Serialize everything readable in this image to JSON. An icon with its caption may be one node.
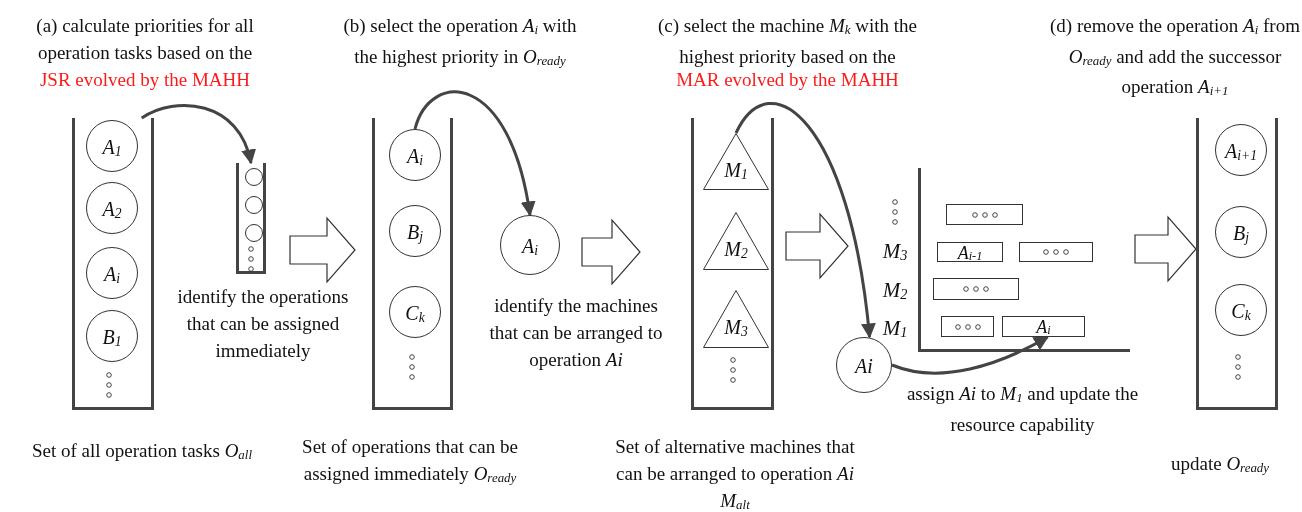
{
  "diagram": {
    "nodes": [
      {
        "text": [],
        "shape": "bin",
        "beside": [
          "Set of all operation tasks *O*$_{all}$"
        ]
      },
      {
        "text": [
          "A$_{1}$"
        ],
        "in": 0
      },
      {
        "text": [
          "A$_{2}$"
        ],
        "in": 0
      },
      {
        "text": [
          "A$_{i}$"
        ],
        "in": 0
      },
      {
        "text": [
          "B$_{1}$"
        ],
        "in": 0
      },
      {
        "text": [],
        "shape": "bin",
        "beside": [
          "identify the operations that can be assigned immediately"
        ]
      },
      {
        "text": [],
        "shape": "circle",
        "in": 5
      },
      {
        "text": [],
        "shape": "circle",
        "in": 5
      },
      {
        "text": [],
        "shape": "circle",
        "in": 5
      },
      {
        "text": [],
        "shape": "bin",
        "beside": [
          "Set of operations that can be assigned immediately *O*$_{ready}$"
        ]
      },
      {
        "text": [
          "A$_{i}$"
        ],
        "in": 9
      },
      {
        "text": [
          "B$_{j}$"
        ],
        "in": 9
      },
      {
        "text": [
          "C$_{k}$"
        ],
        "in": 9
      },
      {
        "text": [
          "A$_{i}$"
        ],
        "beside": [
          "identify the machines that can be arranged to operation *Ai*"
        ]
      },
      {
        "text": [],
        "shape": "bin",
        "beside": [
          "Set of alternative machines that can be arranged to operation *Ai* *M*$_{alt}$"
        ]
      },
      {
        "text": [
          "M$_{1}$"
        ],
        "in": 14
      },
      {
        "text": [
          "M$_{2}$"
        ],
        "in": 14
      },
      {
        "text": [
          "M$_{3}$"
        ],
        "in": 14
      },
      {
        "text": [],
        "shape": "chart"
      },
      {
        "text": [],
        "shape": "bar",
        "in": 18
      },
      {
        "text": [
          "A$_{i-1}$"
        ],
        "in": 18
      },
      {
        "text": [],
        "shape": "bar",
        "in": 18
      },
      {
        "text": [],
        "shape": "bar",
        "in": 18
      },
      {
        "text": [],
        "shape": "bar",
        "in": 18
      },
      {
        "text": [
          "A$_{i}$"
        ],
        "in": 18
      },
      {
        "text": [
          "Ai"
        ],
        "beside": [
          "assign *Ai* to *M*$_{1}$ and update the resource capability"
        ]
      },
      {
        "text": [],
        "shape": "bin",
        "beside": [
          "update *O*$_{ready}$"
        ]
      },
      {
        "text": [
          "A$_{i+1}$"
        ],
        "in": 26
      },
      {
        "text": [
          "B$_{j}$"
        ],
        "in": 26
      },
      {
        "text": [
          "C$_{k}$"
        ],
        "in": 26
      }
    ],
    "edges": [
      {
        "from": 0,
        "to": 5,
        "arrow": "to"
      },
      {
        "from": 5,
        "to": 9,
        "arrow": "to",
        "style": "thick"
      },
      {
        "from": 10,
        "to": 13,
        "arrow": "to"
      },
      {
        "from": 13,
        "to": 14,
        "arrow": "to",
        "style": "thick"
      },
      {
        "from": 15,
        "to": 25,
        "arrow": "to"
      },
      {
        "from": 14,
        "to": 18,
        "arrow": "to",
        "style": "thick"
      },
      {
        "from": 25,
        "to": 24,
        "arrow": "to"
      },
      {
        "from": 18,
        "to": 26,
        "arrow": "to",
        "style": "thick"
      }
    ],
    "labels": [
      "(a) calculate priorities for all operation tasks based on the",
      "JSR evolved by the MAHH",
      "(b) select the operation *A*$_{i}$ with the highest priority in *O*$_{ready}$",
      "(c) select the machine *M*$_{k}$ with the highest priority based on the",
      "MAR evolved by the MAHH",
      "(d) remove the operation *A*$_{i}$ from *O*$_{ready}$ and add the successor operation *A*$_{i+1}$",
      "M$_{3}$",
      "M$_{2}$",
      "M$_{1}$"
    ]
  }
}
